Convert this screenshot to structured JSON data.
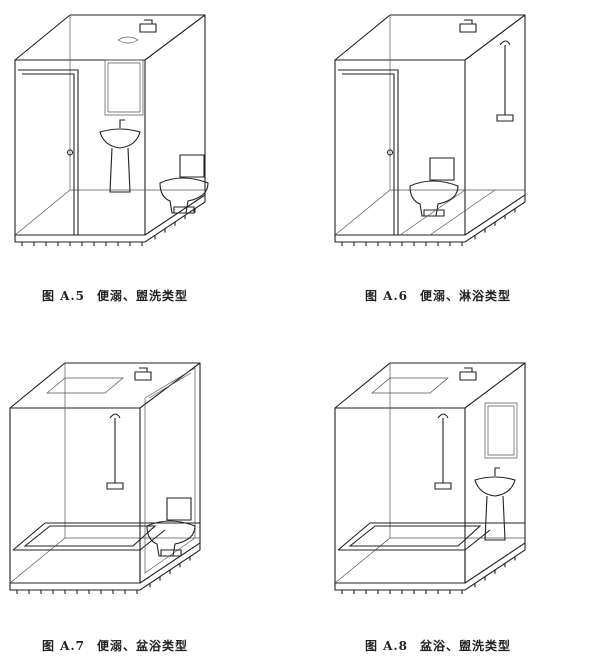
{
  "figures": [
    {
      "number": "图 A.5",
      "title": "便溺、盥洗类型",
      "fixtures": [
        "door",
        "mirror",
        "basin",
        "toilet"
      ]
    },
    {
      "number": "图 A.6",
      "title": "便溺、淋浴类型",
      "fixtures": [
        "door",
        "shower",
        "toilet"
      ]
    },
    {
      "number": "图 A.7",
      "title": "便溺、盆浴类型",
      "fixtures": [
        "skylight",
        "shower",
        "bathtub",
        "door",
        "toilet"
      ]
    },
    {
      "number": "图 A.8",
      "title": "盆浴、盥洗类型",
      "fixtures": [
        "skylight",
        "shower",
        "bathtub",
        "mirror",
        "basin"
      ]
    }
  ]
}
